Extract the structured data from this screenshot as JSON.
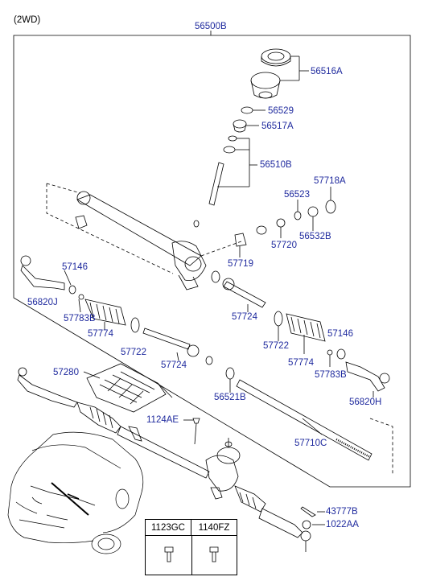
{
  "header": {
    "variant": "(2WD)",
    "assembly": "56500B"
  },
  "parts": {
    "p56516A": "56516A",
    "p56529": "56529",
    "p56517A": "56517A",
    "p56510B": "56510B",
    "p57718A": "57718A",
    "p56523": "56523",
    "p56532B": "56532B",
    "p57720": "57720",
    "p57719": "57719",
    "p57146_l": "57146",
    "p56820J": "56820J",
    "p57783B_l": "57783B",
    "p57774_l": "57774",
    "p57722_l": "57722",
    "p57724_c": "57724",
    "p57724_l": "57724",
    "p57722_r": "57722",
    "p57774_r": "57774",
    "p57146_r": "57146",
    "p57783B_r": "57783B",
    "p56820H": "56820H",
    "p57280": "57280",
    "p56521B": "56521B",
    "p1124AE": "1124AE",
    "p57710C": "57710C",
    "p43777B": "43777B",
    "p1022AA": "1022AA"
  },
  "bolt_table": {
    "col1": "1123GC",
    "col2": "1140FZ"
  }
}
